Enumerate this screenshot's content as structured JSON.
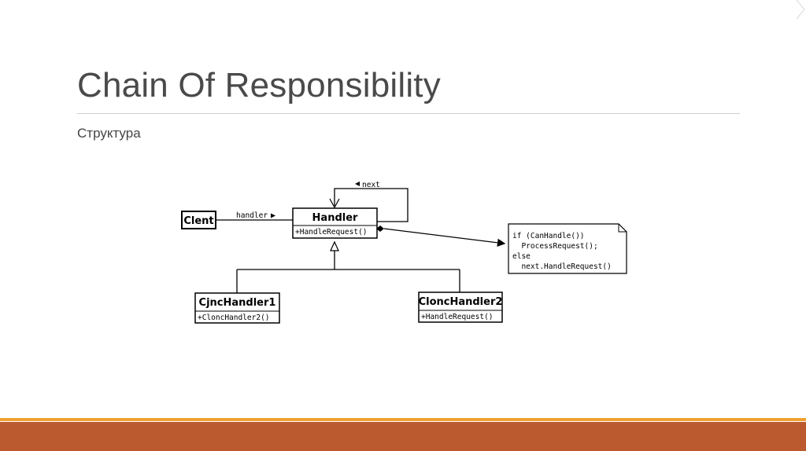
{
  "slide": {
    "title": "Chain Of Responsibility",
    "subtitle": "Структура"
  },
  "colors": {
    "bar_top": "#f0a030",
    "bar_bottom": "#bb5a2e",
    "title": "#4a4a4a",
    "rule": "#cfcfcf"
  },
  "diagram": {
    "client_label": "Clent",
    "handler_assoc_label": "handler",
    "next_label": "next",
    "handler": {
      "name": "Handler",
      "method": "+HandleRequest()"
    },
    "concrete1": {
      "name": "CjncHandler1",
      "method": "+ClonсHandler2()"
    },
    "concrete2": {
      "name": "ClоncHandler2",
      "method": "+HandleRequest()"
    },
    "note_lines": [
      "if (CanHandle())",
      "  ProcessRequest();",
      "else",
      "  next.HandleRequest()"
    ]
  }
}
